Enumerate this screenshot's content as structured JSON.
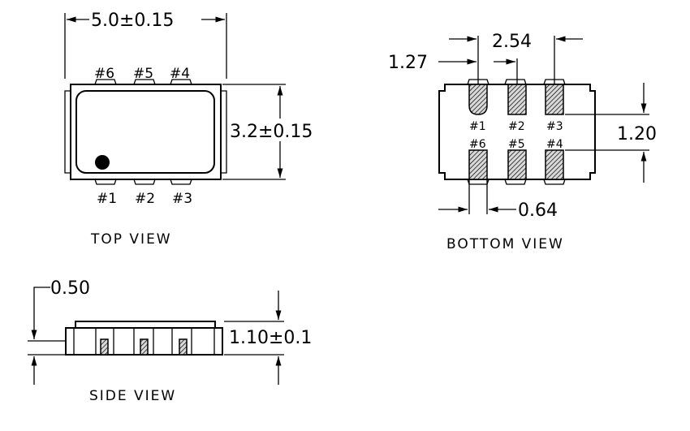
{
  "top_view": {
    "title": "TOP VIEW",
    "width_dim": "5.0±0.15",
    "height_dim": "3.2±0.15",
    "pins_top": [
      "#6",
      "#5",
      "#4"
    ],
    "pins_bottom": [
      "#1",
      "#2",
      "#3"
    ]
  },
  "bottom_view": {
    "title": "BOTTOM VIEW",
    "pitch_dim": "2.54",
    "offset_dim": "1.27",
    "row_spacing_dim": "1.20",
    "pad_width_dim": "0.64",
    "pins_top": [
      "#1",
      "#2",
      "#3"
    ],
    "pins_bottom": [
      "#6",
      "#5",
      "#4"
    ]
  },
  "side_view": {
    "title": "SIDE VIEW",
    "thickness_dim": "1.10±0.1",
    "base_dim": "0.50"
  }
}
